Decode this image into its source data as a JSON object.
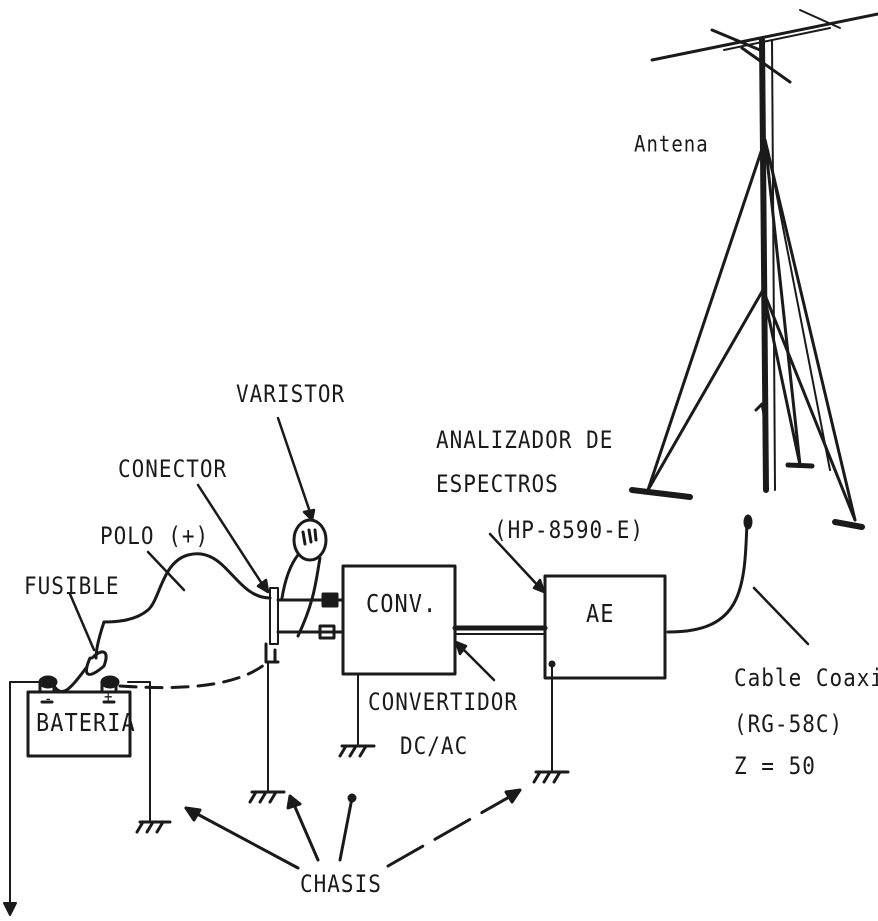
{
  "labels": {
    "antena": "Antena",
    "varistor": "VARISTOR",
    "conector": "CONECTOR",
    "polo": "POLO (+)",
    "fusible": "FUSIBLE",
    "bateria": "BATERIA",
    "conv": "CONV.",
    "ae": "AE",
    "analizador_line1": "ANALIZADOR DE",
    "analizador_line2": "ESPECTROS",
    "analizador_model": "(HP-8590-E)",
    "convertidor_line1": "CONVERTIDOR",
    "convertidor_line2": "DC/AC",
    "cable_line1": "Cable Coaxia",
    "cable_line2": "(RG-58C)",
    "cable_line3": "Z = 50",
    "chasis": "CHASIS"
  },
  "battery_marks": {
    "minus": "-",
    "plus": "+"
  },
  "colors": {
    "ink": "#1a1a1a",
    "background": "#ffffff"
  }
}
